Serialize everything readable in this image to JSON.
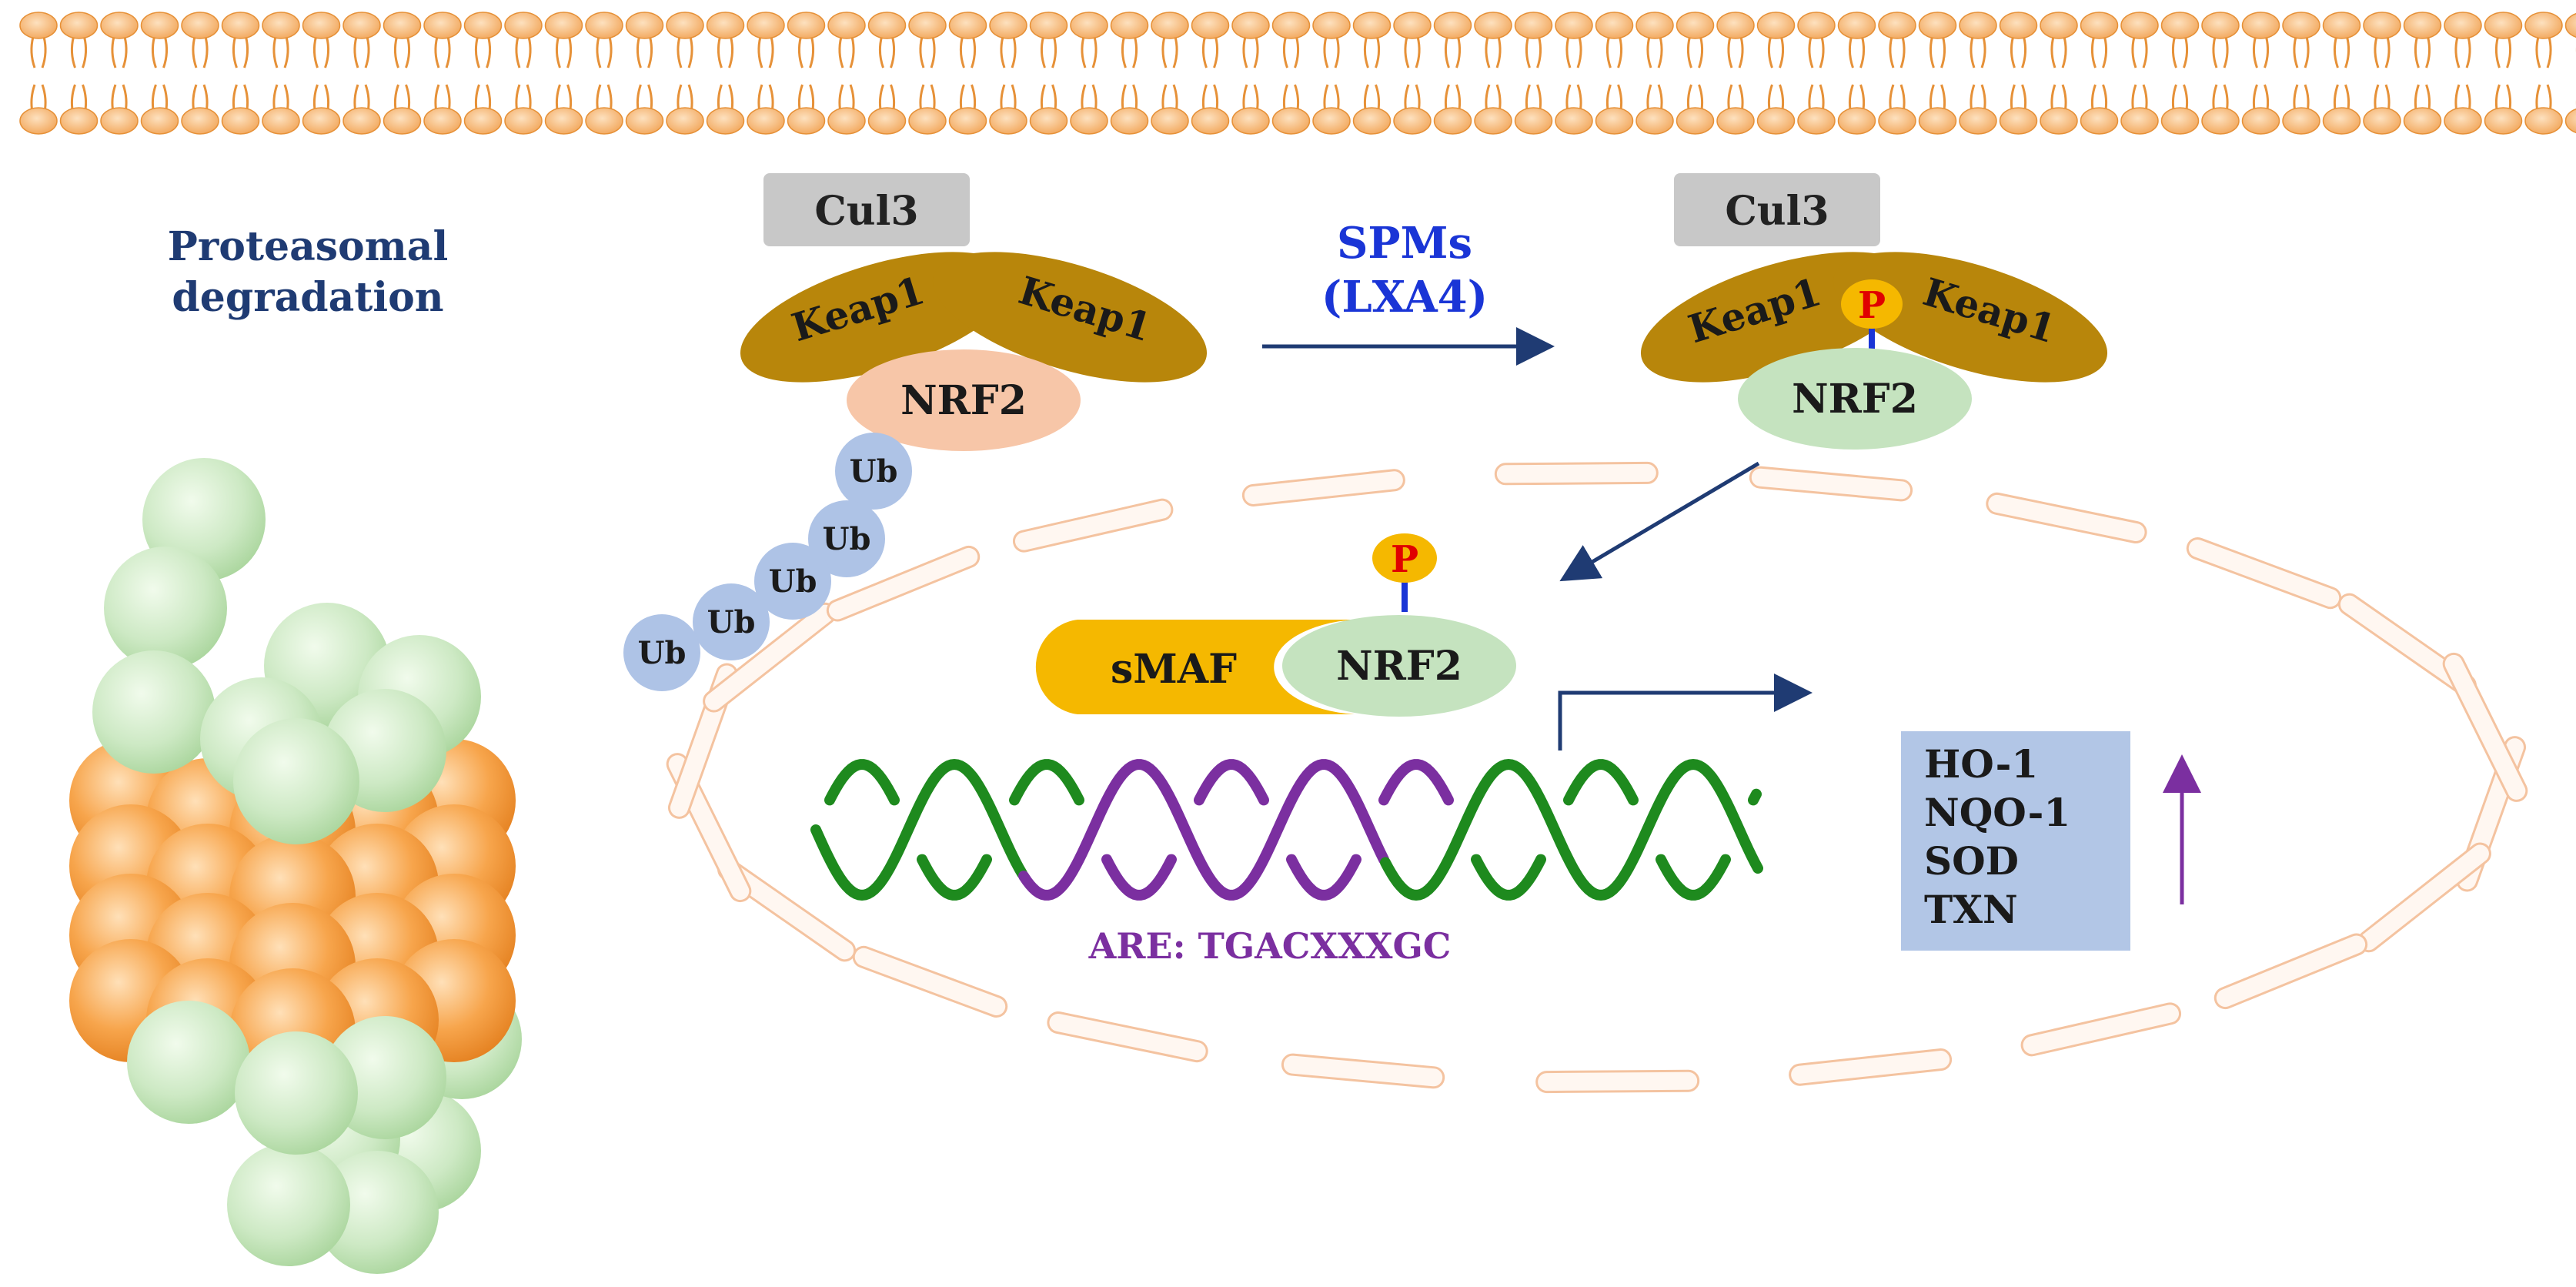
{
  "labels": {
    "proteasome_line1": "Proteasomal",
    "proteasome_line2": "degradation",
    "cul3": "Cul3",
    "keap1": "Keap1",
    "nrf2": "NRF2",
    "ub": "Ub",
    "spms_line1": "SPMs",
    "spms_line2": "(LXA4)",
    "phospho": "P",
    "smaf": "sMAF",
    "are": "ARE: TGACXXXGC",
    "genes": [
      "HO-1",
      "NQO-1",
      "SOD",
      "TXN"
    ]
  },
  "colors": {
    "membrane": "#f6b26b",
    "membrane_line": "#e69138",
    "proteasome_green": "#c9e6c0",
    "proteasome_orange": "#f39a3a",
    "cul3_box": "#c8c8c8",
    "keap1": "#b8860b",
    "nrf2_degrade": "#f7c6a8",
    "nrf2_active": "#c5e3bf",
    "ub": "#aec3e6",
    "phospho_fill": "#f5b800",
    "phospho_text": "#e00000",
    "phospho_stem": "#1a35d6",
    "smaf": "#f5b800",
    "nucleus_dash": "#f9d2b5",
    "dna_green": "#1e8a1e",
    "dna_purple": "#7b2fa0",
    "are_text": "#7b2fa0",
    "gene_box": "#b2c6e6",
    "arrow": "#1f3b73",
    "up_arrow": "#7b2fa0",
    "spms_text": "#1a35d6",
    "heading_text": "#1f3b73"
  }
}
